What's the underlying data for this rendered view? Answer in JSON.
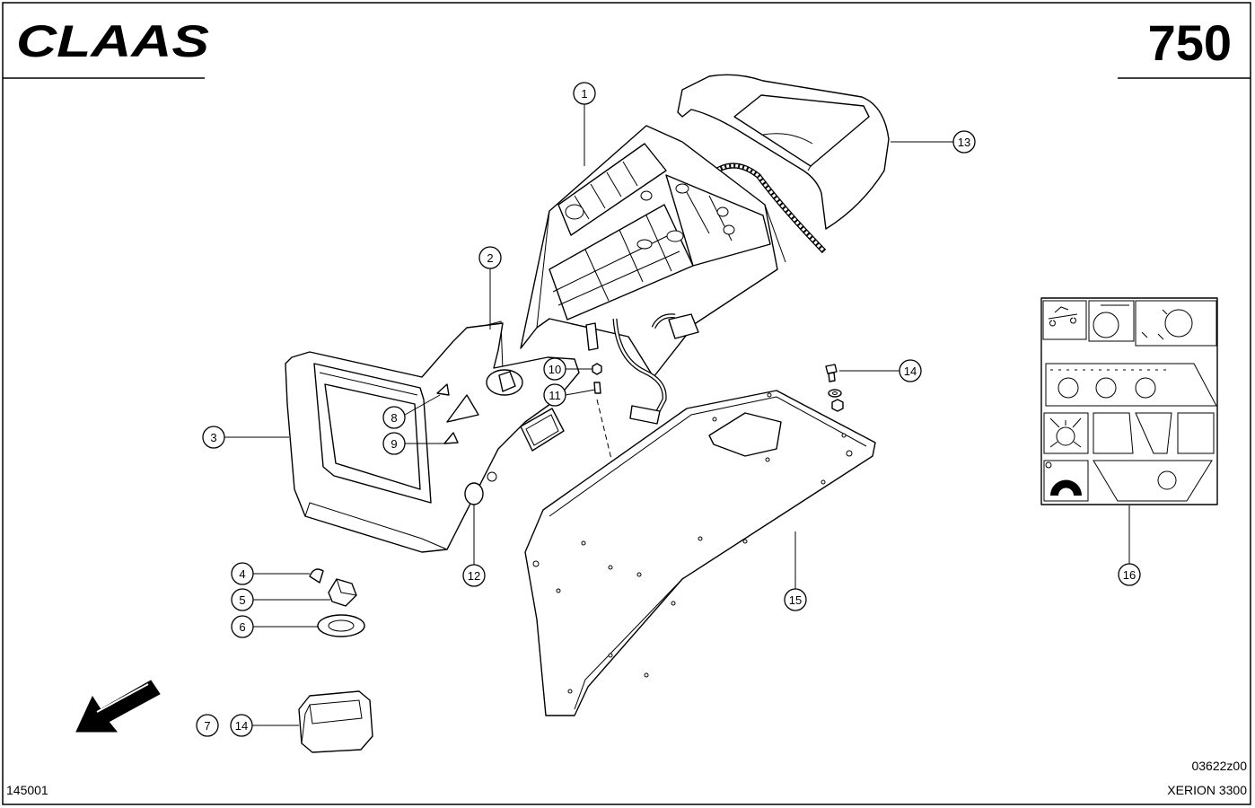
{
  "header": {
    "logo_text": "CLAAS",
    "page_number": "750"
  },
  "callouts": [
    "1",
    "2",
    "3",
    "4",
    "5",
    "6",
    "7",
    "8",
    "9",
    "10",
    "11",
    "12",
    "13",
    "14",
    "15",
    "16",
    "14"
  ],
  "footer": {
    "drawing_code": "03622z00",
    "model": "XERION 3300",
    "catalog_code": "145001"
  },
  "icons": {
    "direction": "arrow-down-left-icon"
  },
  "colors": {
    "ink": "#000000",
    "paper": "#ffffff"
  }
}
